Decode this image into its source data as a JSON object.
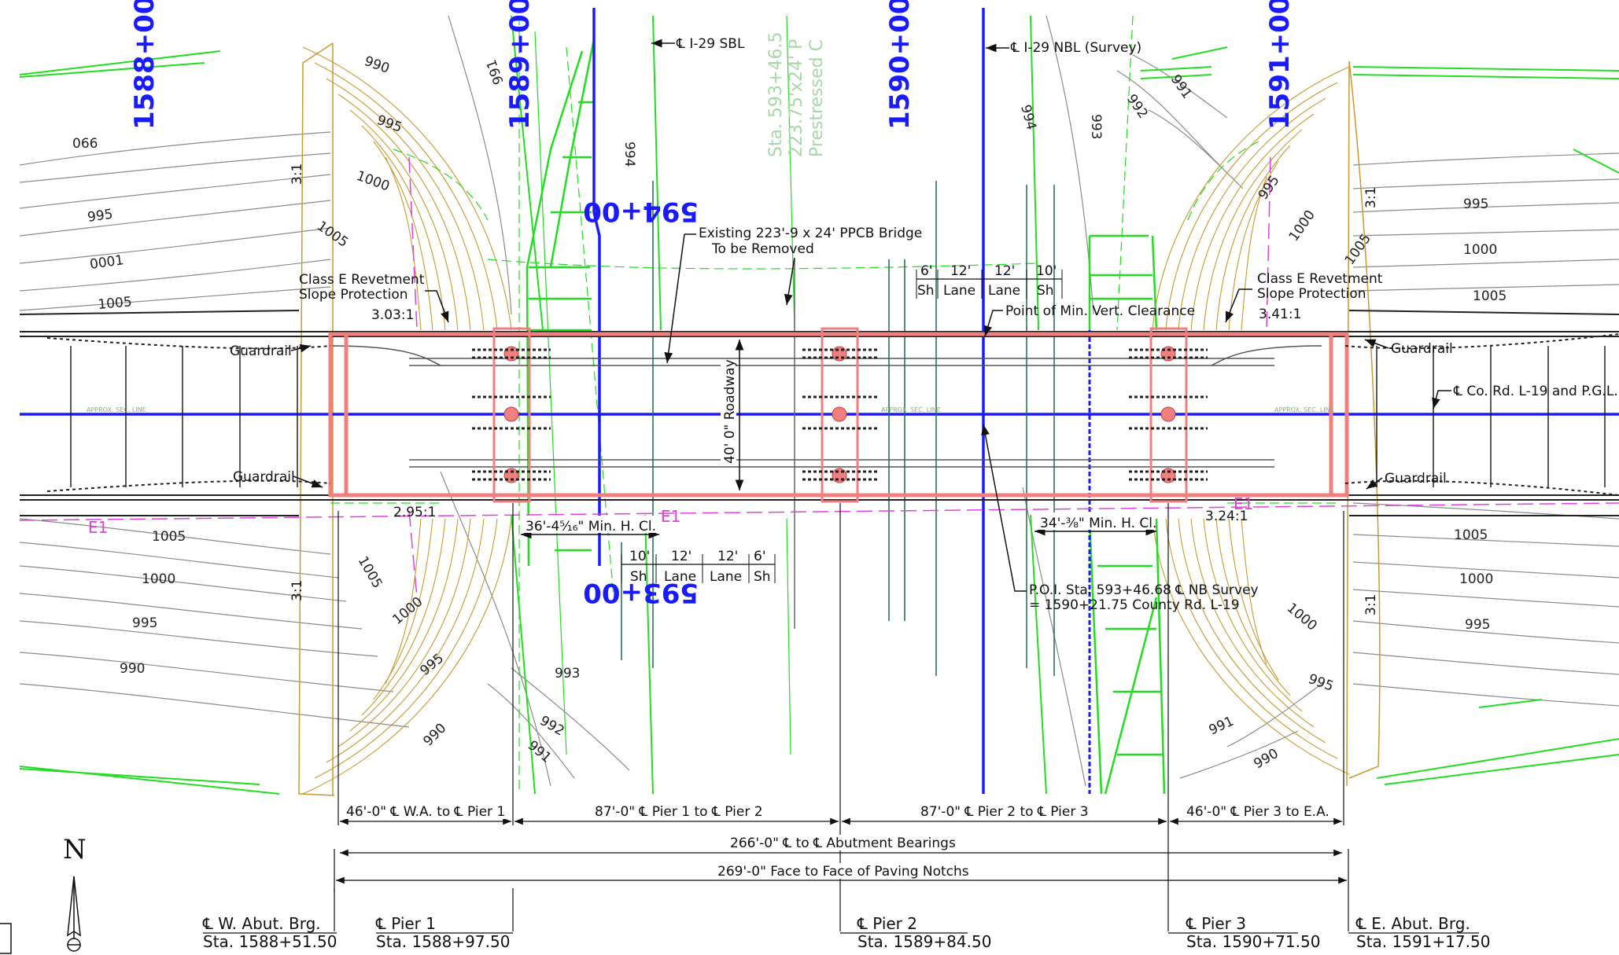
{
  "stations": [
    {
      "id": "s1588",
      "label": "1588+00"
    },
    {
      "id": "s1589",
      "label": "1589+00"
    },
    {
      "id": "s1590",
      "label": "1590+00"
    },
    {
      "id": "s1591",
      "label": "1591+00"
    },
    {
      "id": "s594",
      "label": "594+00"
    },
    {
      "id": "s593",
      "label": "593+00"
    }
  ],
  "callouts": {
    "i29_sbl": "℄ I-29 SBL",
    "i29_nbl": "℄ I-29 NBL (Survey)",
    "existing_bridge_1": "Existing 223'-9 x 24' PPCB Bridge",
    "existing_bridge_2": "To be Removed",
    "revetment_w_1": "Class E Revetment",
    "revetment_w_2": "Slope Protection",
    "revetment_e_1": "Class E Revetment",
    "revetment_e_2": "Slope Protection",
    "guardrail": "Guardrail",
    "point_min_vert": "Point of Min. Vert. Clearance",
    "co_rd": "℄ Co. Rd. L-19 and P.G.L.",
    "roadway": "40' 0\" Roadway",
    "min_hcl_w": "36'-4⁵⁄₁₆\" Min. H. Cl.",
    "min_hcl_e": "34'-⅜\" Min. H. Cl.",
    "poi_1": "P.O.I. Sta. 593+46.68 ℄ NB Survey",
    "poi_2": "= 1590+21.75 County Rd. L-19",
    "e1": "E1",
    "approx_sec_line": "APPROX. SEC. LINE"
  },
  "old_bridge_text": [
    "Sta. 593+46.5",
    "223.75'x24' P",
    "Prestressed C"
  ],
  "slopes": {
    "nw": "3.03:1",
    "sw": "2.95:1",
    "ne": "3.41:1",
    "se": "3.24:1",
    "w_up": "3:1",
    "w_dn": "3:1",
    "e_up": "3:1",
    "e_dn": "3:1"
  },
  "lanes_top": [
    {
      "w": "6'",
      "t": "Sh"
    },
    {
      "w": "12'",
      "t": "Lane"
    },
    {
      "w": "12'",
      "t": "Lane"
    },
    {
      "w": "10'",
      "t": "Sh"
    }
  ],
  "lanes_bottom": [
    {
      "w": "10'",
      "t": "Sh"
    },
    {
      "w": "12'",
      "t": "Lane"
    },
    {
      "w": "12'",
      "t": "Lane"
    },
    {
      "w": "6'",
      "t": "Sh"
    }
  ],
  "contours": {
    "c990a": "990",
    "c995a": "995",
    "c1000a": "1000",
    "c1005a": "1005",
    "c066": "066",
    "c995b": "995",
    "c0001": "0001",
    "c1005b": "1005",
    "c991a": "991",
    "c994a": "994",
    "c994b": "994",
    "c993a": "993",
    "c991b": "991",
    "c992a": "992",
    "c995c": "995",
    "c1000b": "1000",
    "c1005c": "1005",
    "c995d": "995",
    "c1000c": "1000",
    "c1005d": "1005",
    "c1005e": "1005",
    "c1000d": "1000",
    "c995e": "995",
    "c990b": "990",
    "c1005f": "1005",
    "c1000e": "1000",
    "c995f": "995",
    "c990c": "990",
    "c993b": "993",
    "c992b": "992",
    "c991c": "991",
    "c1005g": "1005",
    "c1000f": "1000",
    "c995g": "995",
    "c1000g": "1000",
    "c995h": "995",
    "c991d": "991",
    "c990d": "990"
  },
  "dimensions": {
    "d1": "46'-0\" ℄ W.A. to ℄ Pier 1",
    "d2": "87'-0\" ℄ Pier 1 to ℄ Pier 2",
    "d3": "87'-0\"  ℄ Pier 2 to ℄ Pier 3",
    "d4": "46'-0\" ℄ Pier 3 to E.A.",
    "d5": "266'-0\"  ℄ to ℄ Abutment Bearings",
    "d6": "269'-0\" Face to Face of Paving Notchs"
  },
  "piers": [
    {
      "name": "℄ W. Abut. Brg.",
      "sta": "Sta. 1588+51.50"
    },
    {
      "name": "℄ Pier 1",
      "sta": "Sta. 1588+97.50"
    },
    {
      "name": "℄ Pier 2",
      "sta": "Sta. 1589+84.50"
    },
    {
      "name": "℄ Pier 3",
      "sta": "Sta. 1590+71.50"
    },
    {
      "name": "℄ E. Abut. Brg.",
      "sta": "Sta. 1591+17.50"
    }
  ],
  "north": "N",
  "colors": {
    "survey_blue": "#1a1aff",
    "topo_green": "#22dd22",
    "contour_gold": "#c89a30",
    "bridge_red": "#f05050",
    "e1_magenta": "#e040e0",
    "ink": "#111111"
  }
}
